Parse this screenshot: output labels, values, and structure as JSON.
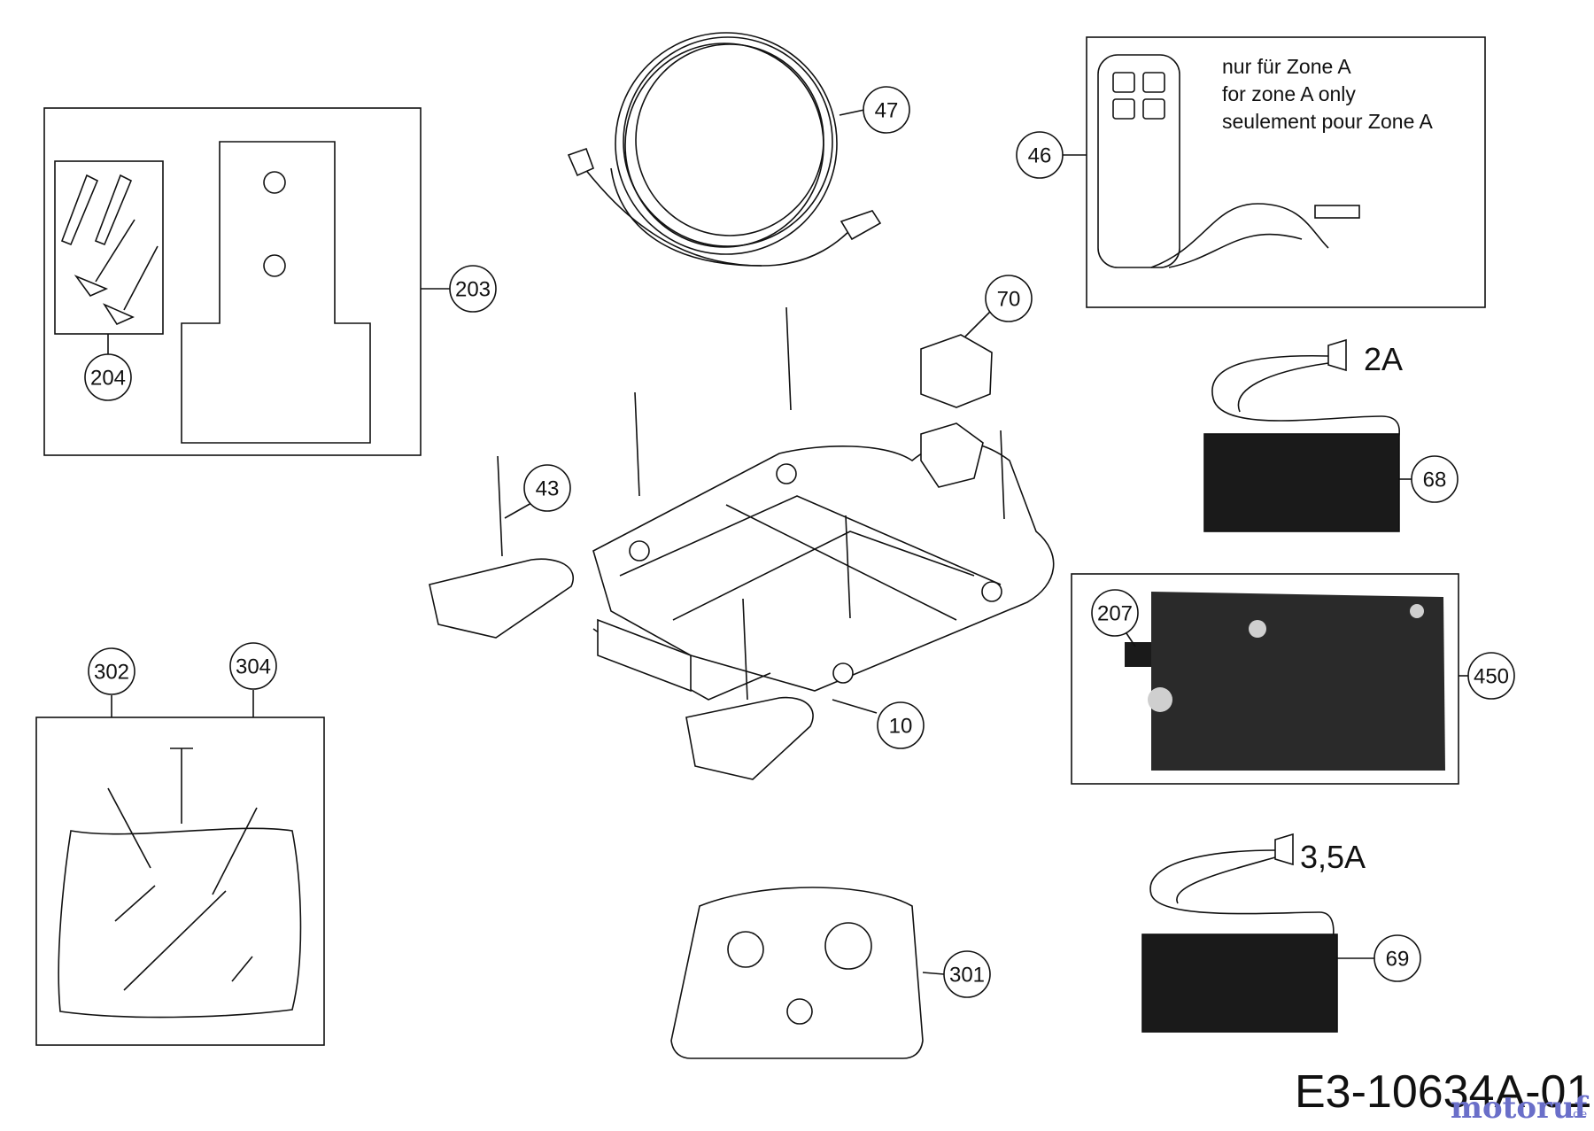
{
  "diagram": {
    "drawing_code": "E3-10634A-01",
    "watermark": "motoruf",
    "watermark_suffix": ".de",
    "zone_note": [
      "nur für Zone A",
      "for zone A only",
      "seulement pour Zone A"
    ],
    "charger_small_rating": "2A",
    "charger_large_rating": "3,5A",
    "part_labels": {
      "p10": "10",
      "p43": "43",
      "p46": "46",
      "p47": "47",
      "p68": "68",
      "p69": "69",
      "p70": "70",
      "p203": "203",
      "p204": "204",
      "p207": "207",
      "p301": "301",
      "p302": "302",
      "p304": "304",
      "p450": "450"
    }
  }
}
